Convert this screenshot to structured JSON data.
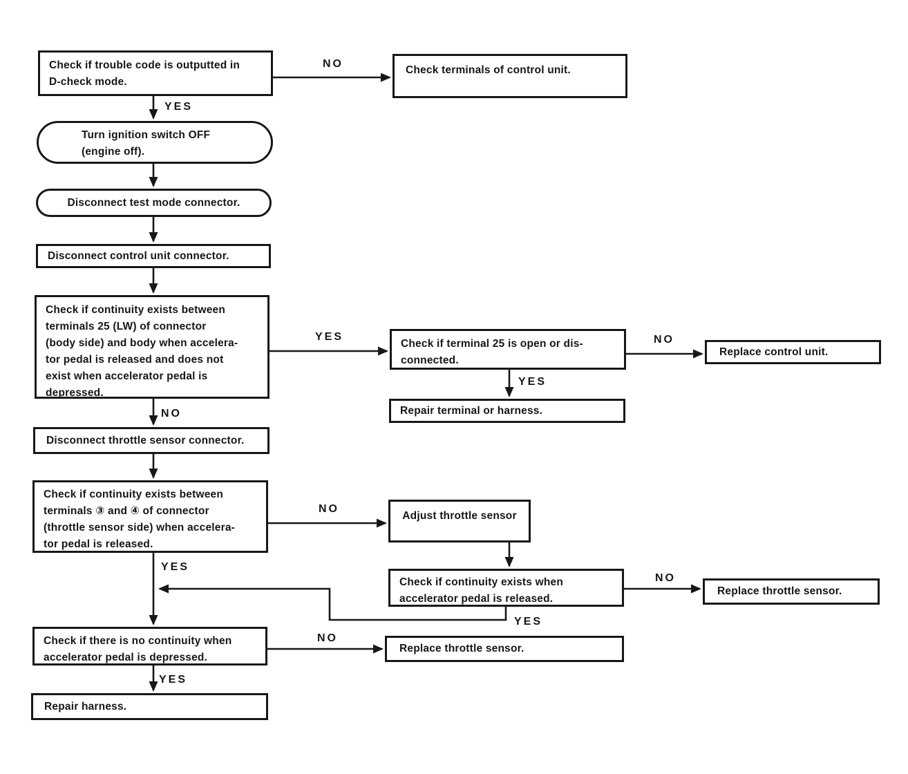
{
  "diagram": {
    "title": "Throttle sensor / control unit trouble-code troubleshooting flowchart",
    "ink_color": "#171717",
    "background_color": "#ffffff",
    "nodes": {
      "check_trouble_code": {
        "shape": "rect",
        "text": "Check if trouble code is outputted in\nD-check mode."
      },
      "check_terminals_control_unit": {
        "shape": "rect",
        "text": "Check terminals of control unit."
      },
      "turn_ignition_off": {
        "shape": "stadium",
        "text": "Turn ignition switch OFF\n(engine off)."
      },
      "disconnect_test_mode": {
        "shape": "stadium",
        "text": "Disconnect test mode connector."
      },
      "disconnect_control_unit": {
        "shape": "rect",
        "text": "Disconnect control unit connector."
      },
      "check_continuity_terminal25": {
        "shape": "rect",
        "text": "Check if continuity exists between\nterminals 25 (LW) of connector\n(body side) and body when accelera-\ntor pedal is released and does not\nexist when accelerator pedal is\ndepressed."
      },
      "check_terminal25_open": {
        "shape": "rect",
        "text": "Check if terminal 25 is open or dis-\nconnected."
      },
      "replace_control_unit": {
        "shape": "rect",
        "text": "Replace control unit."
      },
      "repair_terminal_harness": {
        "shape": "rect",
        "text": "Repair terminal or harness."
      },
      "disconnect_throttle_sensor": {
        "shape": "rect",
        "text": "Disconnect throttle sensor connector."
      },
      "check_continuity_terminals_3_4": {
        "shape": "rect",
        "text": "Check if continuity exists between\nterminals ③ and ④ of connector\n(throttle sensor side) when accelera-\ntor pedal is released."
      },
      "adjust_throttle_sensor": {
        "shape": "rect",
        "text": "Adjust throttle sensor"
      },
      "check_continuity_released": {
        "shape": "rect",
        "text": "Check if continuity exists when\naccelerator pedal is released."
      },
      "replace_throttle_sensor_1": {
        "shape": "rect",
        "text": "Replace throttle sensor."
      },
      "check_no_continuity_depressed": {
        "shape": "rect",
        "text": "Check if there is no continuity when\naccelerator pedal is depressed."
      },
      "replace_throttle_sensor_2": {
        "shape": "rect",
        "text": "Replace throttle sensor."
      },
      "repair_harness": {
        "shape": "rect",
        "text": "Repair harness."
      }
    },
    "edge_labels": {
      "trouble_code_no": "NO",
      "trouble_code_yes": "YES",
      "continuity25_yes": "YES",
      "continuity25_no": "NO",
      "terminal25_no": "NO",
      "terminal25_yes": "YES",
      "terminals34_no": "NO",
      "terminals34_yes": "YES",
      "released_no": "NO",
      "released_yes": "YES",
      "depressed_no": "NO",
      "depressed_yes": "YES"
    },
    "edges": [
      {
        "from": "check_trouble_code",
        "to": "check_terminals_control_unit",
        "label": "NO"
      },
      {
        "from": "check_trouble_code",
        "to": "turn_ignition_off",
        "label": "YES"
      },
      {
        "from": "turn_ignition_off",
        "to": "disconnect_test_mode"
      },
      {
        "from": "disconnect_test_mode",
        "to": "disconnect_control_unit"
      },
      {
        "from": "disconnect_control_unit",
        "to": "check_continuity_terminal25"
      },
      {
        "from": "check_continuity_terminal25",
        "to": "check_terminal25_open",
        "label": "YES"
      },
      {
        "from": "check_continuity_terminal25",
        "to": "disconnect_throttle_sensor",
        "label": "NO"
      },
      {
        "from": "check_terminal25_open",
        "to": "replace_control_unit",
        "label": "NO"
      },
      {
        "from": "check_terminal25_open",
        "to": "repair_terminal_harness",
        "label": "YES"
      },
      {
        "from": "disconnect_throttle_sensor",
        "to": "check_continuity_terminals_3_4"
      },
      {
        "from": "check_continuity_terminals_3_4",
        "to": "adjust_throttle_sensor",
        "label": "NO"
      },
      {
        "from": "check_continuity_terminals_3_4",
        "to": "check_no_continuity_depressed",
        "label": "YES"
      },
      {
        "from": "adjust_throttle_sensor",
        "to": "check_continuity_released"
      },
      {
        "from": "check_continuity_released",
        "to": "replace_throttle_sensor_1",
        "label": "NO"
      },
      {
        "from": "check_continuity_released",
        "to": "check_no_continuity_depressed",
        "label": "YES"
      },
      {
        "from": "check_no_continuity_depressed",
        "to": "replace_throttle_sensor_2",
        "label": "NO"
      },
      {
        "from": "check_no_continuity_depressed",
        "to": "repair_harness",
        "label": "YES"
      }
    ]
  }
}
